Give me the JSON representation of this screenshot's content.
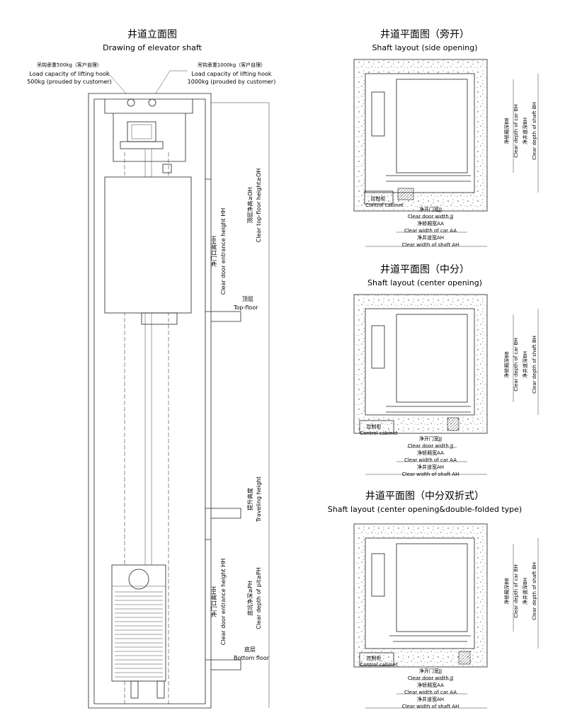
{
  "elevation": {
    "title_cn": "井道立面图",
    "title_en": "Drawing of elevator shaft",
    "hook_500": {
      "cn": "吊钩承重500kg（客户自理）",
      "en1": "Load capacity of lifting hook",
      "en2": "500kg (prouded by customer)"
    },
    "hook_1000": {
      "cn": "吊钩承重1000kg（客户自理）",
      "en1": "Load capacity of lifting hook",
      "en2": "1000kg (prouded by customer)"
    },
    "oh": {
      "cn": "顶层净高≥OH",
      "en": "Clear top-floor height≥OH"
    },
    "hh_top": {
      "cn": "净门口高HH",
      "en": "Clear door entrance height HH"
    },
    "top_floor": {
      "cn": "顶层",
      "en": "Top-floor"
    },
    "travel": {
      "cn": "提升高度",
      "en": "Traveling height"
    },
    "hh_bottom": {
      "cn": "净门口高HH",
      "en": "Clear door entrance height HH"
    },
    "pit": {
      "cn": "底坑净深≥PH",
      "en": "Clear depth of pit≥PH"
    },
    "bottom_floor": {
      "cn": "底层",
      "en": "Bottom floor"
    }
  },
  "plans": [
    {
      "title_cn": "井道平面图（旁开）",
      "title_en": "Shaft layout (side opening)",
      "cabinet": {
        "cn": "控制柜",
        "en": "Control cabinet"
      },
      "jj": {
        "cn": "净开门宽JJ",
        "en": "Clear door width JJ"
      },
      "aa": {
        "cn": "净轿厢宽AA",
        "en": "Clear width of car AA"
      },
      "ah": {
        "cn": "净井道宽AH",
        "en": "Clear width of shaft AH"
      },
      "bb": {
        "cn": "净轿厢深BB",
        "en": "Clear depth of car BH"
      },
      "bh": {
        "cn": "净井道深BH",
        "en": "Clear depth of shaft BH"
      }
    },
    {
      "title_cn": "井道平面图（中分）",
      "title_en": "Shaft layout (center opening)",
      "cabinet": {
        "cn": "控制柜",
        "en": "Control cabinet"
      },
      "jj": {
        "cn": "净开门宽JJ",
        "en": "Clear door width JJ"
      },
      "aa": {
        "cn": "净轿厢宽AA",
        "en": "Clear width of car AA"
      },
      "ah": {
        "cn": "净井道宽AH",
        "en": "Clear width of shaft AH"
      },
      "bb": {
        "cn": "净轿厢深BB",
        "en": "Clear depth of car BH"
      },
      "bh": {
        "cn": "净井道深BH",
        "en": "Clear depth of shaft BH"
      }
    },
    {
      "title_cn": "井道平面图（中分双折式）",
      "title_en": "Shaft layout (center opening&double-folded type)",
      "cabinet": {
        "cn": "控制柜",
        "en": "Control cabinet"
      },
      "jj": {
        "cn": "净开门宽JJ",
        "en": "Clear door width JJ"
      },
      "aa": {
        "cn": "净轿厢宽AA",
        "en": "Clear width of car AA"
      },
      "ah": {
        "cn": "净井道宽AH",
        "en": "Clear width of shaft AH"
      },
      "bb": {
        "cn": "净轿厢深BB",
        "en": "Clear depth of car BH"
      },
      "bh": {
        "cn": "净井道深BH",
        "en": "Clear depth of shaft BH"
      }
    }
  ]
}
